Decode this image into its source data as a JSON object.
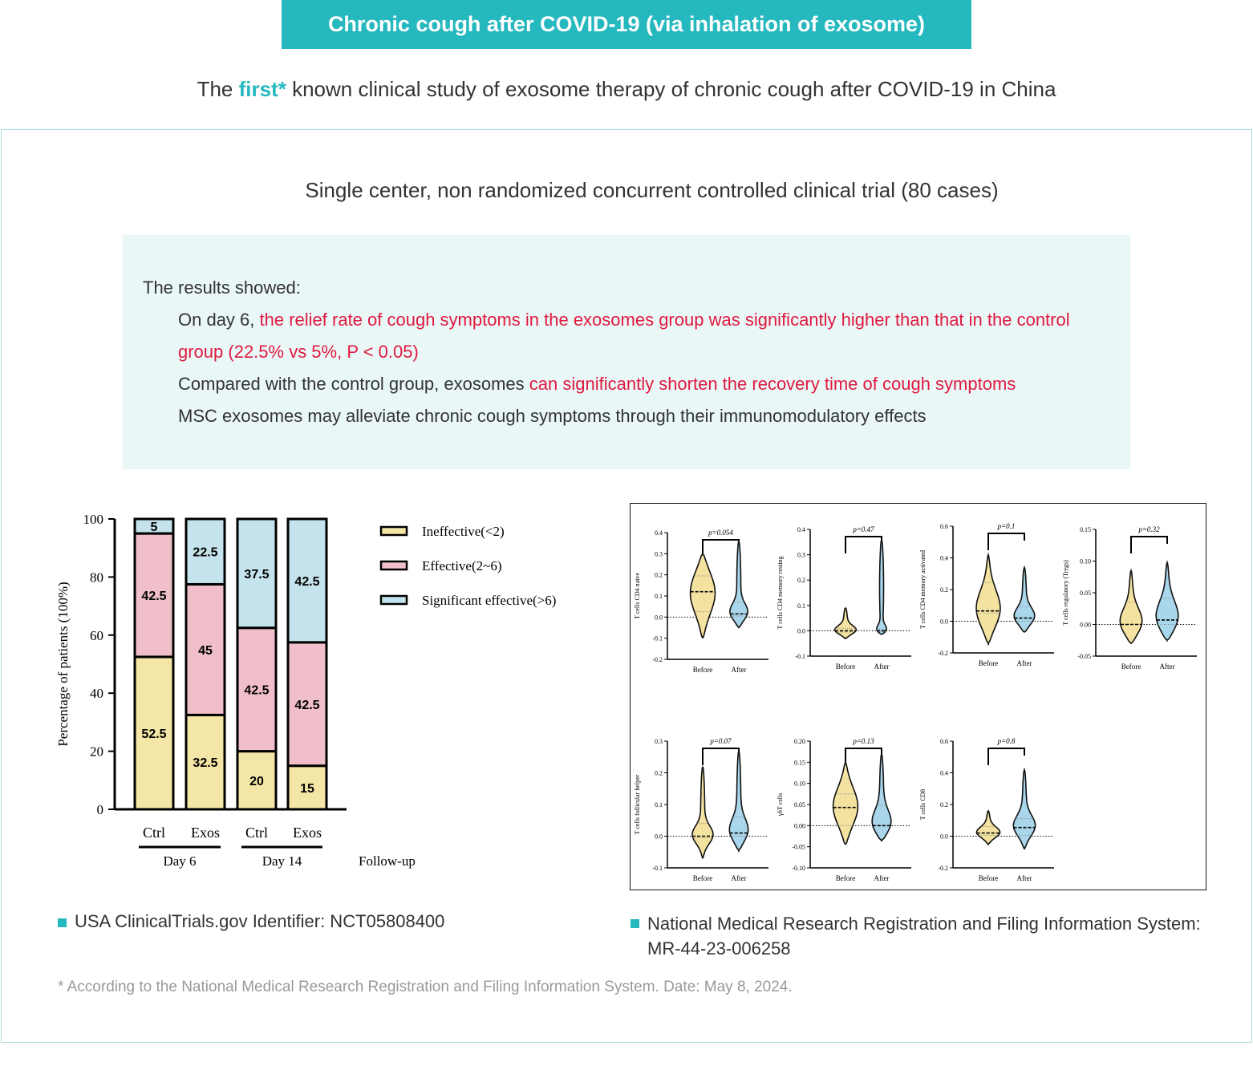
{
  "banner": "Chronic cough after COVID-19 (via inhalation of exosome)",
  "subtitle": {
    "pre": "The ",
    "highlight": "first*",
    "post": " known clinical study of exosome therapy of chronic cough after COVID-19 in China"
  },
  "trial": "Single center, non randomized concurrent controlled clinical trial (80 cases)",
  "results": {
    "heading": "The results showed:",
    "p1_pre": "On day 6, ",
    "p1_red": "the relief rate of cough symptoms in the exosomes group was significantly higher than that in the control group (22.5% vs 5%, P < 0.05)",
    "p2_pre": "Compared with the control group, exosomes ",
    "p2_red": "can significantly shorten the recovery time of cough symptoms",
    "p3": "MSC exosomes may alleviate chronic cough symptoms through their immunomodulatory effects"
  },
  "registrations": [
    "USA ClinicalTrials.gov Identifier: NCT05808400",
    "National Medical Research Registration and Filing Information System: MR-44-23-006258"
  ],
  "footnote": "* According to the National Medical Research Registration and Filing Information System. Date: May 8, 2024.",
  "colors": {
    "accent": "#26b8bf",
    "highlight_red": "#e0193f",
    "ineffective": "#f3e6a6",
    "effective": "#f0bfca",
    "significant": "#c5e3ec",
    "before": "#f3e2a0",
    "after": "#a9d6ea"
  },
  "chart_data": [
    {
      "type": "bar",
      "stacked": true,
      "ylabel": "Percentage of patients (100%)",
      "ylim": [
        0,
        100
      ],
      "yticks": [
        0,
        20,
        40,
        60,
        80,
        100
      ],
      "categories": [
        "Ctrl",
        "Exos",
        "Ctrl",
        "Exos"
      ],
      "groups": [
        {
          "label": "Day 6",
          "span": [
            0,
            1
          ]
        },
        {
          "label": "Day 14",
          "span": [
            2,
            3
          ]
        }
      ],
      "xlabel": "Follow-up",
      "legend_position": "right",
      "series": [
        {
          "name": "Ineffective(<2)",
          "color": "#f3e6a6",
          "values": [
            52.5,
            32.5,
            20,
            15
          ]
        },
        {
          "name": "Effective(2~6)",
          "color": "#f0bfca",
          "values": [
            42.5,
            45,
            42.5,
            42.5
          ]
        },
        {
          "name": "Significant effective(>6)",
          "color": "#c5e3ec",
          "values": [
            5,
            22.5,
            37.5,
            42.5
          ]
        }
      ]
    },
    {
      "type": "violin",
      "ylabel": "T cells CD4 naive",
      "ylim": [
        -0.2,
        0.4
      ],
      "yticks": [
        "-0.2",
        "-0.1",
        "0.0",
        "0.1",
        "0.2",
        "0.3",
        "0.4"
      ],
      "p": "p=0.054",
      "categories": [
        "Before",
        "After"
      ],
      "median": [
        0.12,
        0.015
      ],
      "q1": [
        0.025,
        0.005
      ],
      "q3": [
        0.195,
        0.07
      ],
      "min": [
        -0.1,
        -0.05
      ],
      "max": [
        0.3,
        0.36
      ]
    },
    {
      "type": "violin",
      "ylabel": "T cells CD4 memory resting",
      "ylim": [
        -0.1,
        0.4
      ],
      "yticks": [
        "-0.1",
        "0.0",
        "0.1",
        "0.2",
        "0.3",
        "0.4"
      ],
      "p": "p=0.47",
      "categories": [
        "Before",
        "After"
      ],
      "median": [
        0.0,
        0.0
      ],
      "q1": [
        -0.005,
        -0.003
      ],
      "q3": [
        0.01,
        0.005
      ],
      "min": [
        -0.03,
        -0.015
      ],
      "max": [
        0.09,
        0.36
      ]
    },
    {
      "type": "violin",
      "ylabel": "T cells CD4 memory activated",
      "ylim": [
        -0.2,
        0.6
      ],
      "yticks": [
        "-0.2",
        "0.0",
        "0.2",
        "0.4",
        "0.6"
      ],
      "p": "p=0.1",
      "categories": [
        "Before",
        "After"
      ],
      "median": [
        0.065,
        0.02
      ],
      "q1": [
        0.05,
        0.0
      ],
      "q3": [
        0.245,
        0.09
      ],
      "min": [
        -0.14,
        -0.07
      ],
      "max": [
        0.42,
        0.34
      ]
    },
    {
      "type": "violin",
      "ylabel": "T cells regulatory (Tregs)",
      "ylim": [
        -0.05,
        0.15
      ],
      "yticks": [
        "-0.05",
        "0.00",
        "0.05",
        "0.10",
        "0.15"
      ],
      "p": "p=0.32",
      "categories": [
        "Before",
        "After"
      ],
      "median": [
        0.0,
        0.007
      ],
      "q1": [
        0.0,
        0.0
      ],
      "q3": [
        0.035,
        0.041
      ],
      "min": [
        -0.03,
        -0.025
      ],
      "max": [
        0.085,
        0.098
      ]
    },
    {
      "type": "violin",
      "ylabel": "T cells follicular helper",
      "ylim": [
        -0.1,
        0.3
      ],
      "yticks": [
        "-0.1",
        "0.0",
        "0.1",
        "0.2",
        "0.3"
      ],
      "p": "p=0.07",
      "categories": [
        "Before",
        "After"
      ],
      "median": [
        0.0,
        0.01
      ],
      "q1": [
        -0.005,
        0.0
      ],
      "q3": [
        0.04,
        0.06
      ],
      "min": [
        -0.07,
        -0.045
      ],
      "max": [
        0.22,
        0.27
      ]
    },
    {
      "type": "violin",
      "ylabel": "γδT cells",
      "ylim": [
        -0.1,
        0.2
      ],
      "yticks": [
        "-0.10",
        "-0.05",
        "0.00",
        "0.05",
        "0.10",
        "0.15",
        "0.20"
      ],
      "p": "p=0.13",
      "categories": [
        "Before",
        "After"
      ],
      "median": [
        0.043,
        0.0
      ],
      "q1": [
        0.0,
        0.0
      ],
      "q3": [
        0.075,
        0.048
      ],
      "min": [
        -0.045,
        -0.035
      ],
      "max": [
        0.15,
        0.17
      ]
    },
    {
      "type": "violin",
      "ylabel": "T cells CD8",
      "ylim": [
        -0.2,
        0.6
      ],
      "yticks": [
        "-0.2",
        "0.0",
        "0.2",
        "0.4",
        "0.6"
      ],
      "p": "p=0.8",
      "categories": [
        "Before",
        "After"
      ],
      "median": [
        0.02,
        0.055
      ],
      "q1": [
        0.005,
        0.005
      ],
      "q3": [
        0.06,
        0.11
      ],
      "min": [
        -0.05,
        -0.08
      ],
      "max": [
        0.16,
        0.42
      ]
    }
  ]
}
